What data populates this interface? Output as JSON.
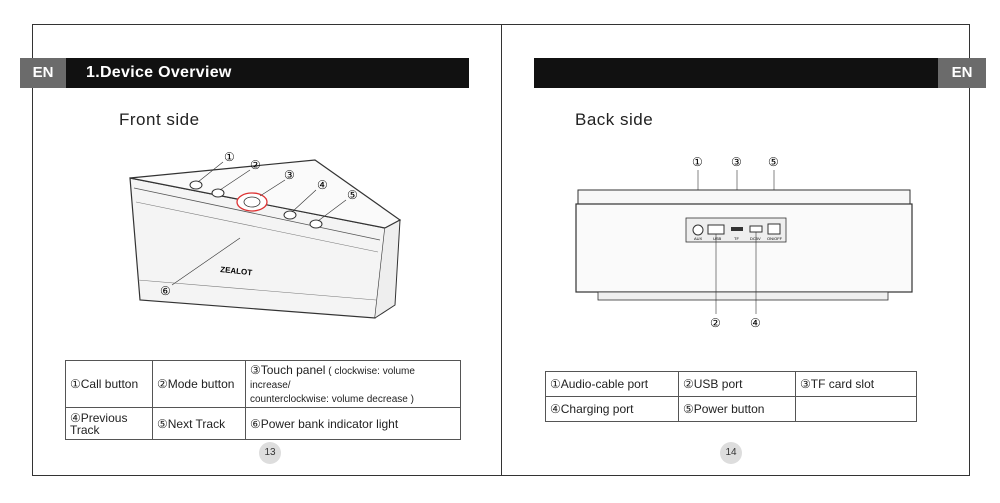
{
  "left": {
    "lang_tab": "EN",
    "section_title": "1.Device Overview",
    "side_title": "Front side",
    "callouts": [
      "①",
      "②",
      "③",
      "④",
      "⑤",
      "⑥"
    ],
    "brand": "ZEALOT",
    "table": {
      "r1c1": "①Call button",
      "r1c2": "②Mode button",
      "r1c3_a": "③Touch panel",
      "r1c3_b": " ( clockwise: volume increase/",
      "r1c3_c": "counterclockwise: volume decrease )",
      "r2c1": "④Previous Track",
      "r2c2": "⑤Next Track",
      "r2c3": "⑥Power bank indicator light"
    },
    "page_number": "13"
  },
  "right": {
    "lang_tab": "EN",
    "side_title": "Back side",
    "callouts": [
      "①",
      "③",
      "⑤",
      "②",
      "④"
    ],
    "port_labels": [
      "AUX",
      "USB",
      "TF",
      "DC5V",
      "ON/OFF"
    ],
    "table": {
      "r1c1": "①Audio-cable port",
      "r1c2": "②USB port",
      "r1c3": "③TF card slot",
      "r2c1": "④Charging port",
      "r2c2": "⑤Power  button",
      "r2c3": ""
    },
    "page_number": "14"
  }
}
